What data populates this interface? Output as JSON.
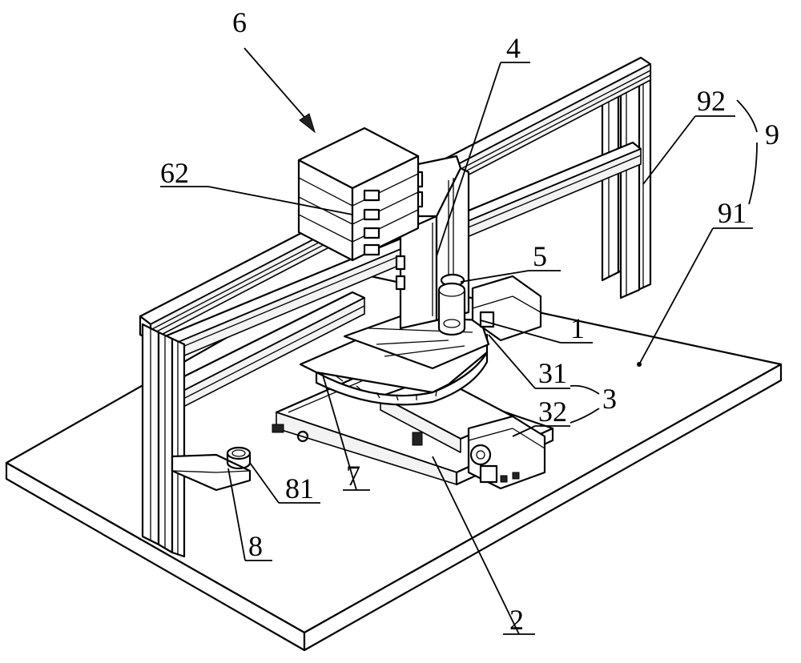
{
  "labels": {
    "l1": "1",
    "l2": "2",
    "l3": "3",
    "l31": "31",
    "l32": "32",
    "l4": "4",
    "l5": "5",
    "l6": "6",
    "l62": "62",
    "l7": "7",
    "l8": "8",
    "l81": "81",
    "l9": "9",
    "l91": "91",
    "l92": "92"
  }
}
